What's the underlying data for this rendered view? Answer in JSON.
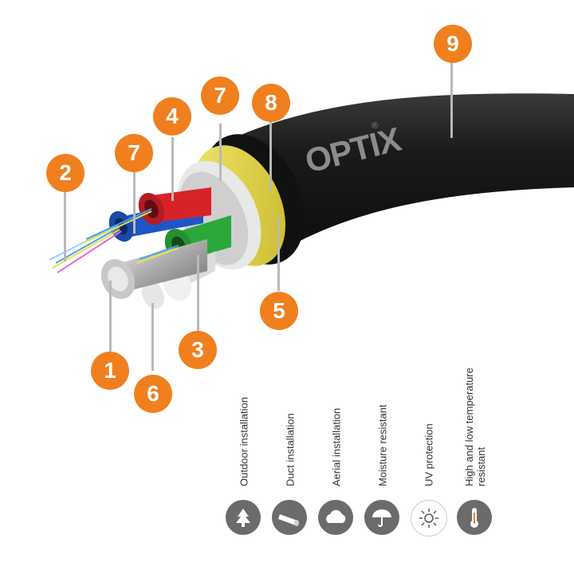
{
  "brand": {
    "name": "OPTIX",
    "registered": "®"
  },
  "callouts": [
    "1",
    "2",
    "3",
    "4",
    "5",
    "6",
    "7",
    "7",
    "8",
    "9"
  ],
  "features": [
    {
      "label": "Outdoor installation",
      "icon": "tree-icon"
    },
    {
      "label": "Duct installation",
      "icon": "pipe-icon"
    },
    {
      "label": "Aerial installation",
      "icon": "cloud-icon"
    },
    {
      "label": "Moisture resistant",
      "icon": "umbrella-icon"
    },
    {
      "label": "UV protection",
      "icon": "sun-icon"
    },
    {
      "label": "High and low temperature resistant",
      "icon": "thermometer-icon"
    }
  ],
  "colors": {
    "accent": "#f07f1e",
    "icon_bg": "#6b6b6b",
    "sheath": "#1d1d1d",
    "armor": "#e3d84a"
  }
}
